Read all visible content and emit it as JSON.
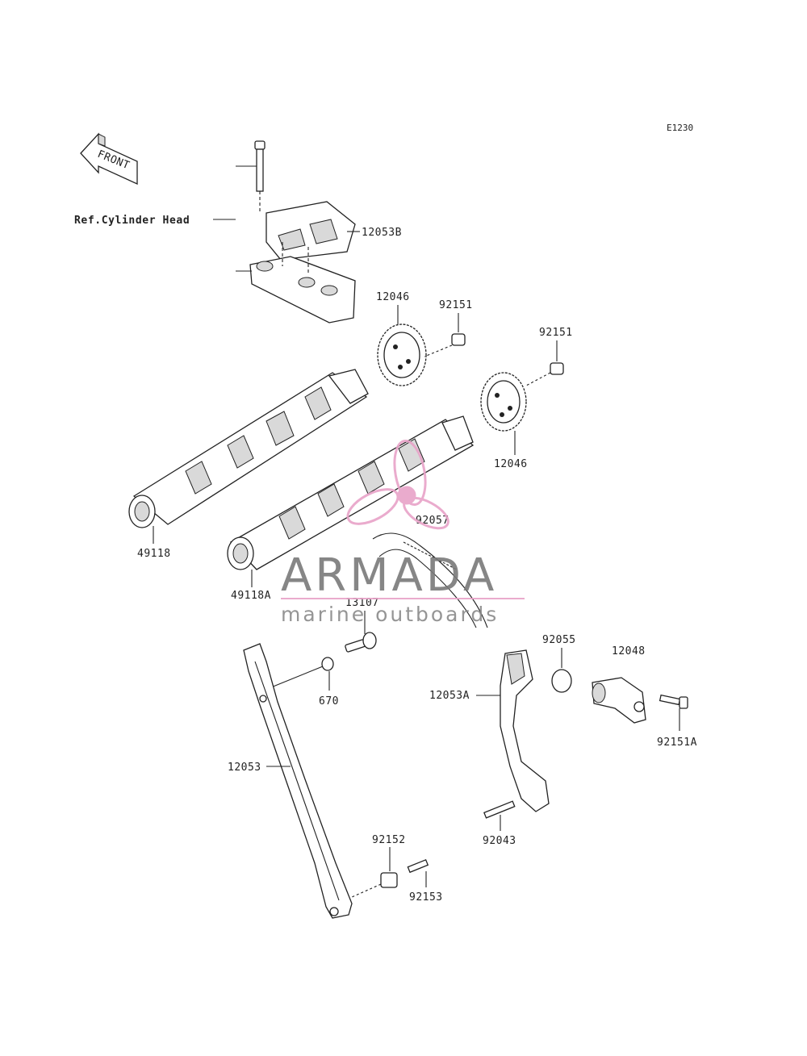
{
  "diagram_code": "E1230",
  "front_label": "FRONT",
  "ref_label": "Ref.Cylinder Head",
  "parts": {
    "p12053B": "12053B",
    "p12046_top": "12046",
    "p92151_a": "92151",
    "p92151_b": "92151",
    "p12046_bottom": "12046",
    "p92057": "92057",
    "p49118": "49118",
    "p49118A": "49118A",
    "p13107": "13107",
    "p670": "670",
    "p92055": "92055",
    "p12048": "12048",
    "p12053A": "12053A",
    "p92151A": "92151A",
    "p12053": "12053",
    "p92043": "92043",
    "p92152": "92152",
    "p92153": "92153"
  },
  "watermark": {
    "brand": "ARMADA",
    "tagline": "marine outboards",
    "color_main": "#7a7a7a",
    "color_accent": "#e8a3c8"
  }
}
